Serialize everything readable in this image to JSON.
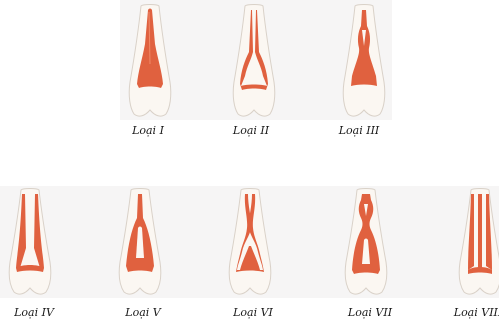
{
  "colors": {
    "tooth_fill": "#fbf7f2",
    "tooth_edge": "#d9d1c8",
    "canal_fill": "#e0613f",
    "canal_highlight": "#f08a68",
    "background_panel": "#f6f5f5"
  },
  "teeth": [
    {
      "label": "Loại I",
      "canal_type": "type-1-one-canal"
    },
    {
      "label": "Loại II",
      "canal_type": "type-2-two-to-one"
    },
    {
      "label": "Loại III",
      "canal_type": "type-3-one-two-one"
    },
    {
      "label": "Loại IV",
      "canal_type": "type-4-two-separate"
    },
    {
      "label": "Loại V",
      "canal_type": "type-5-one-to-two"
    },
    {
      "label": "Loại VI",
      "canal_type": "type-6-two-one-two"
    },
    {
      "label": "Loại VII",
      "canal_type": "type-7-one-two-one-two"
    },
    {
      "label": "Loại VIII",
      "canal_type": "type-8-three-canals"
    }
  ]
}
